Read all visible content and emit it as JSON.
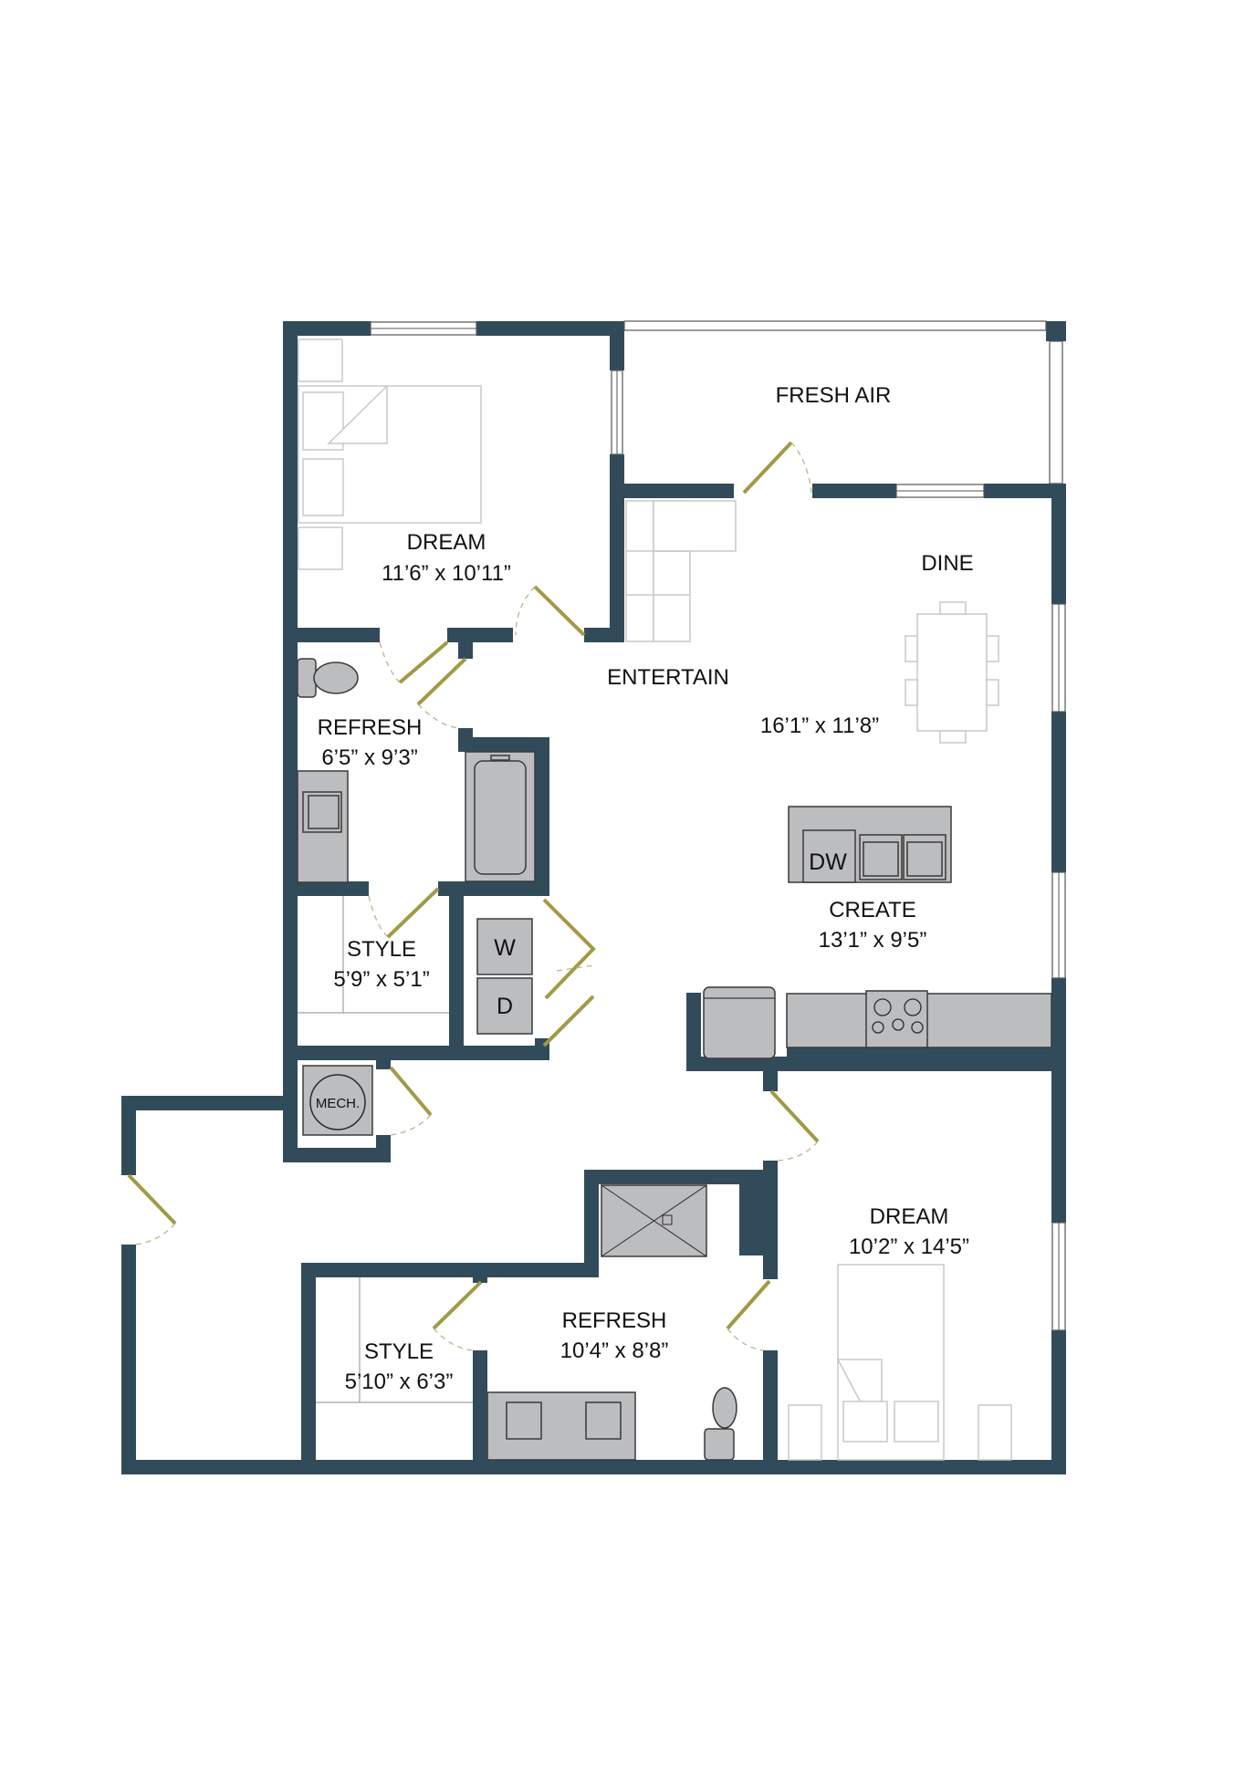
{
  "floorplan": {
    "wall_color": "#324b5a",
    "fixture_color": "#bcbdbf",
    "door_color": "#a19a45",
    "rooms": [
      {
        "id": "dream-1",
        "name": "DREAM",
        "dims": "11’6” x 10’11”"
      },
      {
        "id": "fresh-air",
        "name": "FRESH AIR",
        "dims": ""
      },
      {
        "id": "dine",
        "name": "DINE",
        "dims": ""
      },
      {
        "id": "entertain",
        "name": "ENTERTAIN",
        "dims": "16’1” x 11’8”"
      },
      {
        "id": "refresh-1",
        "name": "REFRESH",
        "dims": "6’5” x 9’3”"
      },
      {
        "id": "create",
        "name": "CREATE",
        "dims": "13’1” x 9’5”"
      },
      {
        "id": "style-1",
        "name": "STYLE",
        "dims": "5’9” x 5’1”"
      },
      {
        "id": "dream-2",
        "name": "DREAM",
        "dims": "10’2” x 14’5”"
      },
      {
        "id": "refresh-2",
        "name": "REFRESH",
        "dims": "10’4” x 8’8”"
      },
      {
        "id": "style-2",
        "name": "STYLE",
        "dims": "5’10” x 6’3”"
      }
    ],
    "appliances": {
      "washer": "W",
      "dryer": "D",
      "dishwasher": "DW",
      "mechanical": "MECH."
    }
  }
}
